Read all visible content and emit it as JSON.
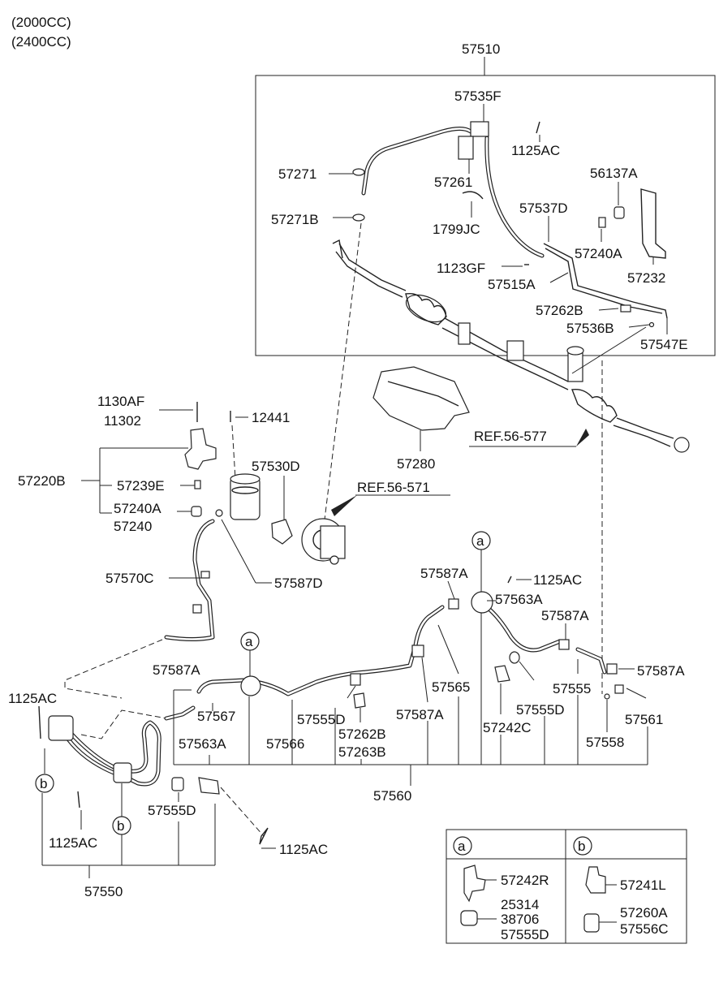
{
  "header": {
    "line1": "(2000CC)",
    "line2": "(2400CC)"
  },
  "labels": {
    "p57510": "57510",
    "p57535F": "57535F",
    "p1125AC_a": "1125AC",
    "p57271": "57271",
    "p57261": "57261",
    "p56137A": "56137A",
    "p57271B": "57271B",
    "p57537D": "57537D",
    "p1799JC": "1799JC",
    "p57240A_a": "57240A",
    "p1123GF": "1123GF",
    "p57232": "57232",
    "p57515A": "57515A",
    "p57262B_a": "57262B",
    "p57536B": "57536B",
    "p57547E": "57547E",
    "p1130AF": "1130AF",
    "p11302": "11302",
    "p12441": "12441",
    "p57280": "57280",
    "ref56577": "REF.56-577",
    "p57530D": "57530D",
    "p57220B": "57220B",
    "p57239E": "57239E",
    "ref56571": "REF.56-571",
    "p57240A_b": "57240A",
    "p57240": "57240",
    "p57570C": "57570C",
    "p57587D": "57587D",
    "p57587A_1": "57587A",
    "p1125AC_b": "1125AC",
    "p57563A_1": "57563A",
    "p57587A_2": "57587A",
    "p57587A_3": "57587A",
    "p57565": "57565",
    "p57587A_4": "57587A",
    "p1125AC_c": "1125AC",
    "p57567": "57567",
    "p57555D_1": "57555D",
    "p57555": "57555",
    "p57555D_2": "57555D",
    "p57587A_5": "57587A",
    "p57561": "57561",
    "p57262B_b": "57262B",
    "p57263B": "57263B",
    "p57242C": "57242C",
    "p57558": "57558",
    "p57563A_2": "57563A",
    "p57566": "57566",
    "p57560": "57560",
    "p57555D_3": "57555D",
    "p1125AC_d": "1125AC",
    "p1125AC_e": "1125AC",
    "p57550": "57550"
  },
  "callouts": {
    "a": "a",
    "b": "b"
  },
  "legend": {
    "a": {
      "letter": "a",
      "items": [
        "57242R",
        "25314",
        "38706",
        "57555D"
      ]
    },
    "b": {
      "letter": "b",
      "items": [
        "57241L",
        "57260A",
        "57556C"
      ]
    }
  }
}
